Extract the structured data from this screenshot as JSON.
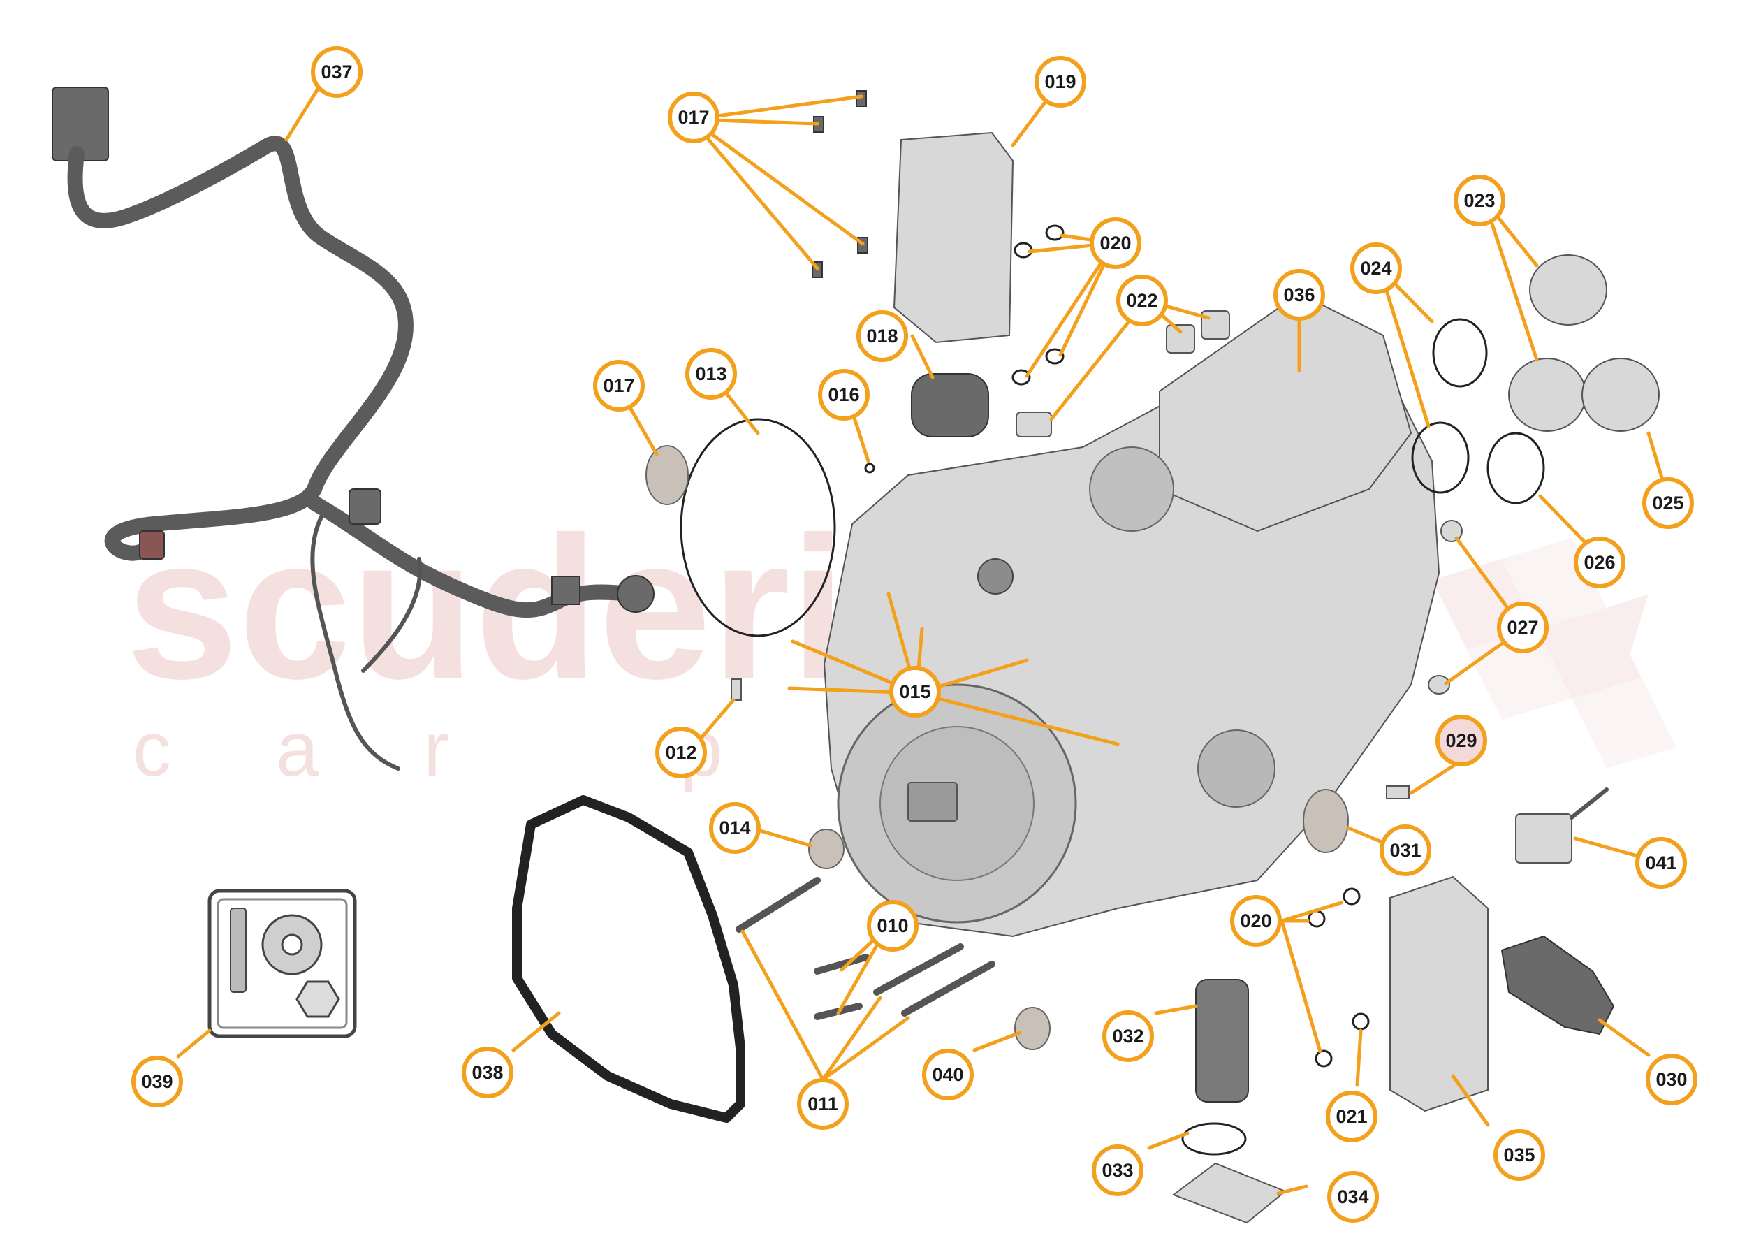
{
  "watermark": {
    "brand": "scuderia",
    "tagline": "car parts"
  },
  "callouts": [
    {
      "id": "c037",
      "label": "037"
    },
    {
      "id": "c017a",
      "label": "017"
    },
    {
      "id": "c019",
      "label": "019"
    },
    {
      "id": "c020a",
      "label": "020"
    },
    {
      "id": "c022",
      "label": "022"
    },
    {
      "id": "c036",
      "label": "036"
    },
    {
      "id": "c023",
      "label": "023"
    },
    {
      "id": "c024",
      "label": "024"
    },
    {
      "id": "c018",
      "label": "018"
    },
    {
      "id": "c017b",
      "label": "017"
    },
    {
      "id": "c013",
      "label": "013"
    },
    {
      "id": "c016",
      "label": "016"
    },
    {
      "id": "c025",
      "label": "025"
    },
    {
      "id": "c026",
      "label": "026"
    },
    {
      "id": "c027",
      "label": "027"
    },
    {
      "id": "c015",
      "label": "015"
    },
    {
      "id": "c012",
      "label": "012"
    },
    {
      "id": "c029",
      "label": "029"
    },
    {
      "id": "c014",
      "label": "014"
    },
    {
      "id": "c031",
      "label": "031"
    },
    {
      "id": "c041",
      "label": "041"
    },
    {
      "id": "c010",
      "label": "010"
    },
    {
      "id": "c020b",
      "label": "020"
    },
    {
      "id": "c039",
      "label": "039"
    },
    {
      "id": "c038",
      "label": "038"
    },
    {
      "id": "c011",
      "label": "011"
    },
    {
      "id": "c040",
      "label": "040"
    },
    {
      "id": "c032",
      "label": "032"
    },
    {
      "id": "c021",
      "label": "021"
    },
    {
      "id": "c035",
      "label": "035"
    },
    {
      "id": "c030",
      "label": "030"
    },
    {
      "id": "c033",
      "label": "033"
    },
    {
      "id": "c034",
      "label": "034"
    }
  ],
  "colors": {
    "callout_border": "#f3a01c",
    "leader_line": "#f3a01c",
    "callout_highlight_fill": "#f4d9d9",
    "watermark": "#f0cccc"
  }
}
